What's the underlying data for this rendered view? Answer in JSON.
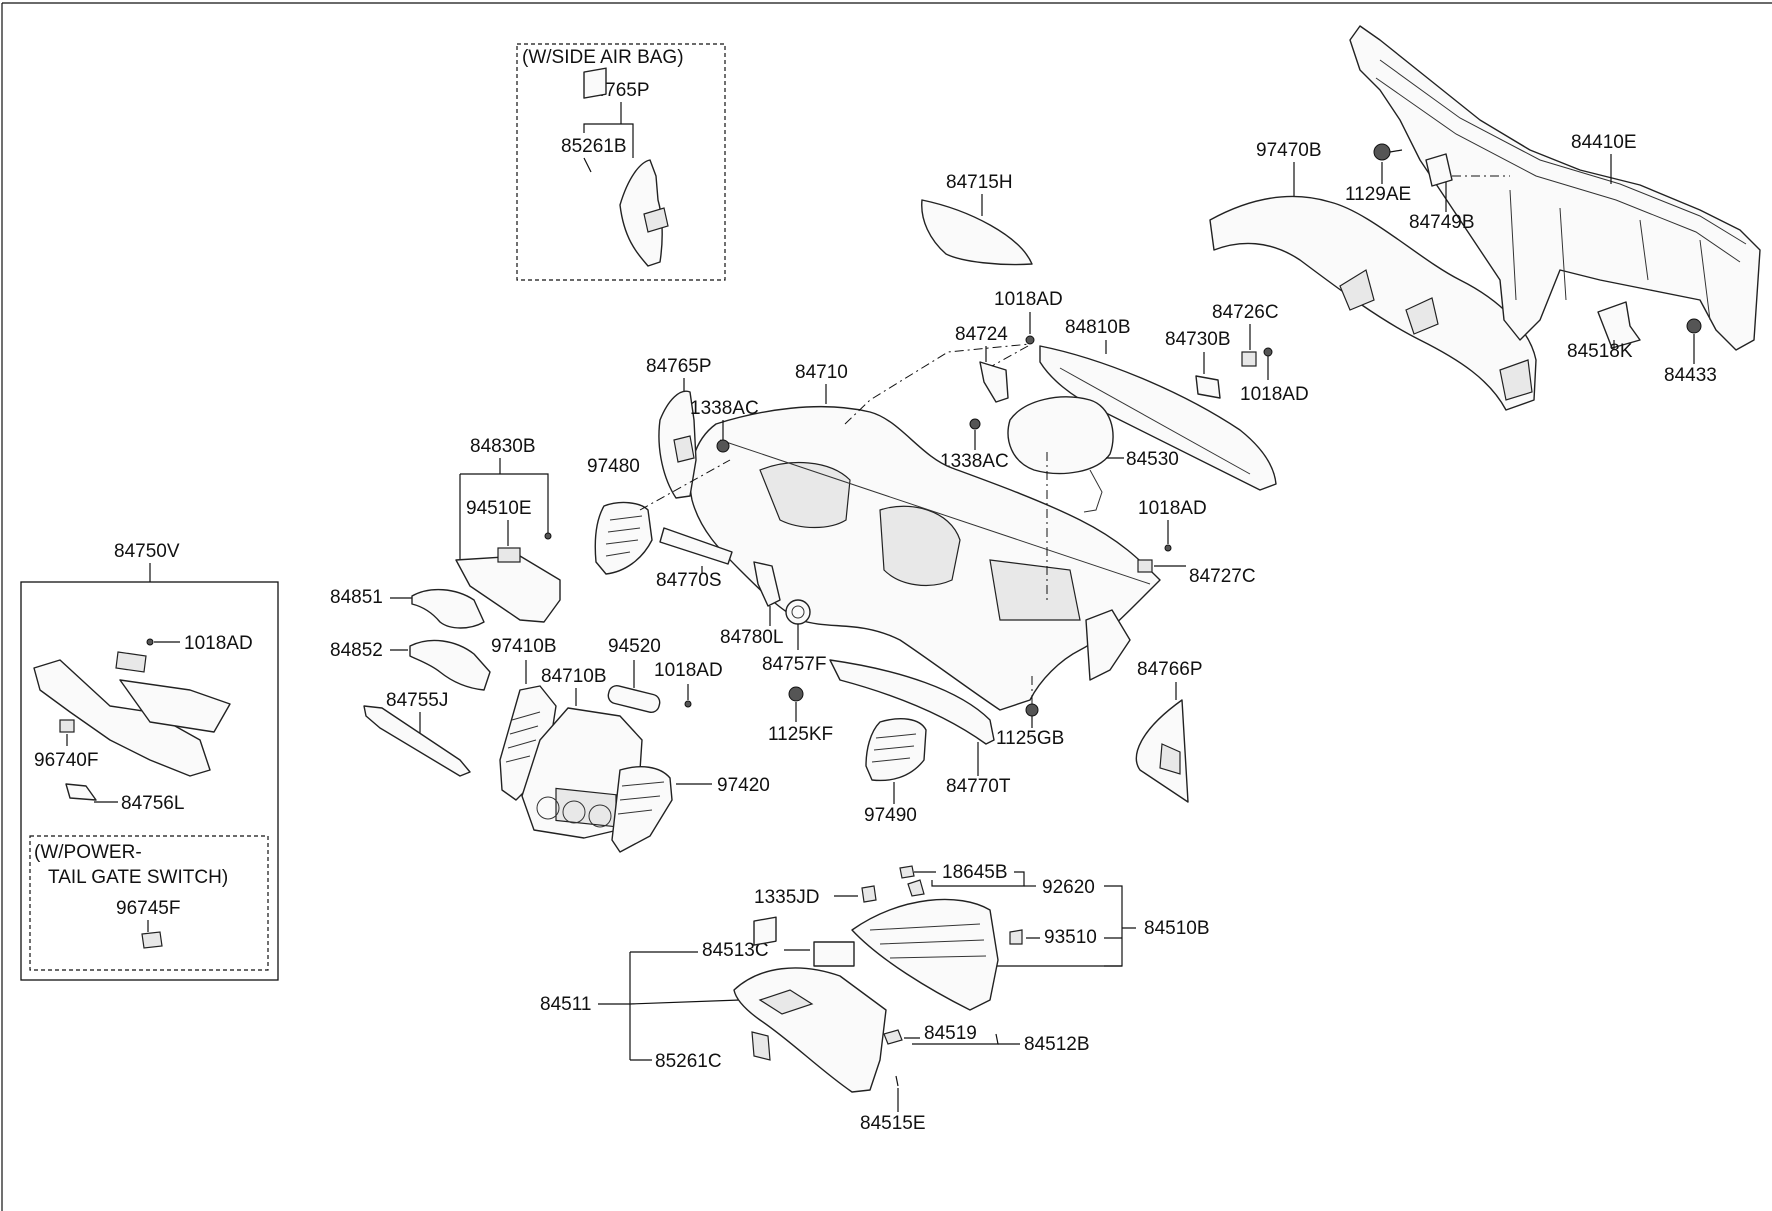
{
  "notes": {
    "side_airbag": "(W/SIDE AIR BAG)",
    "power_tailgate_line1": "(W/POWER-",
    "power_tailgate_line2": "TAIL GATE SWITCH)"
  },
  "labels": {
    "p84765P_top": "84765P",
    "p85261B": "85261B",
    "p84715H": "84715H",
    "p97470B": "97470B",
    "p1129AE": "1129AE",
    "p84749B": "84749B",
    "p84410E": "84410E",
    "p84518K": "84518K",
    "p84433": "84433",
    "p1018AD_a": "1018AD",
    "p84724": "84724",
    "p84810B": "84810B",
    "p84726C": "84726C",
    "p84730B": "84730B",
    "p1018AD_b": "1018AD",
    "p84765P": "84765P",
    "p84710": "84710",
    "p1338AC_a": "1338AC",
    "p1338AC_b": "1338AC",
    "p84530": "84530",
    "p84830B": "84830B",
    "p97480": "97480",
    "p94510E": "94510E",
    "p1018AD_c": "1018AD",
    "p84727C": "84727C",
    "p84770S": "84770S",
    "p84750V": "84750V",
    "p84851": "84851",
    "p1018AD_d": "1018AD",
    "p84852": "84852",
    "p97410B": "97410B",
    "p94520": "94520",
    "p84780L": "84780L",
    "p84710B": "84710B",
    "p1018AD_e": "1018AD",
    "p84757F": "84757F",
    "p84766P": "84766P",
    "p84755J": "84755J",
    "p1125KF": "1125KF",
    "p1125GB": "1125GB",
    "p96740F": "96740F",
    "p97420": "97420",
    "p84770T": "84770T",
    "p84756L": "84756L",
    "p97490": "97490",
    "p96745F": "96745F",
    "p18645B": "18645B",
    "p92620": "92620",
    "p1335JD": "1335JD",
    "p84510B": "84510B",
    "p93510": "93510",
    "p84513C": "84513C",
    "p84511": "84511",
    "p84519": "84519",
    "p84512B": "84512B",
    "p85261C": "85261C",
    "p84515E": "84515E"
  }
}
